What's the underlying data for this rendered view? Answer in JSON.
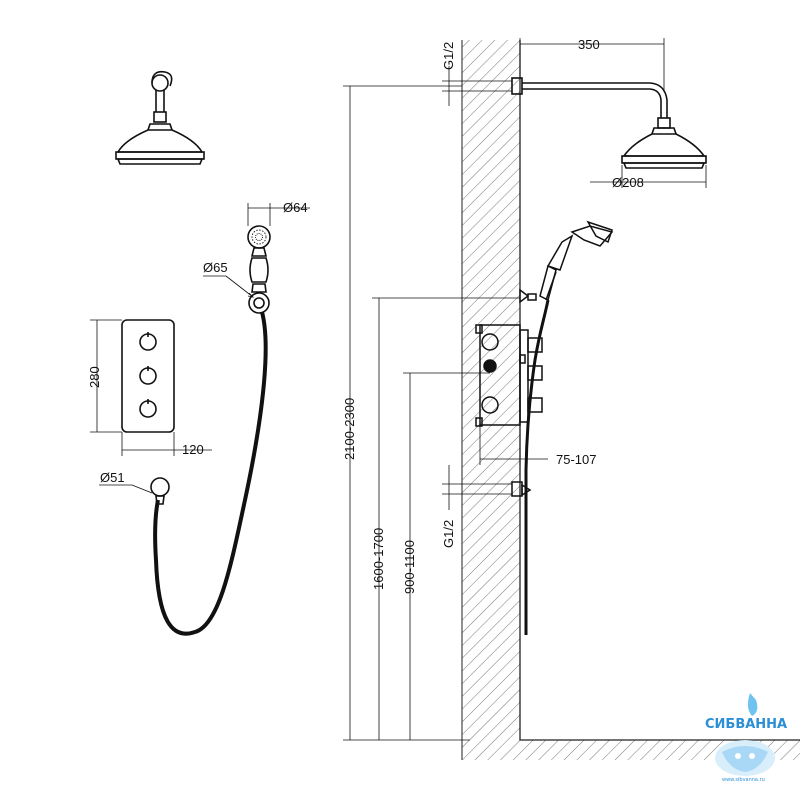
{
  "drawing": {
    "head_diameter": "Ø208",
    "arm_length": "350",
    "top_thread": "G1/2",
    "bottom_thread": "G1/2",
    "hand_shower_diameter": "Ø64",
    "handle_diameter": "Ø65",
    "outlet_diameter": "Ø51",
    "panel_height": "280",
    "panel_width": "120",
    "depth_range": "75-107",
    "head_height": "2100-2300",
    "holder_height": "1600-1700",
    "valve_height": "900-1100"
  },
  "logo": {
    "brand": "СИБВАННА",
    "url": "www.sibvanna.ru",
    "color": "#2a8fd6"
  }
}
